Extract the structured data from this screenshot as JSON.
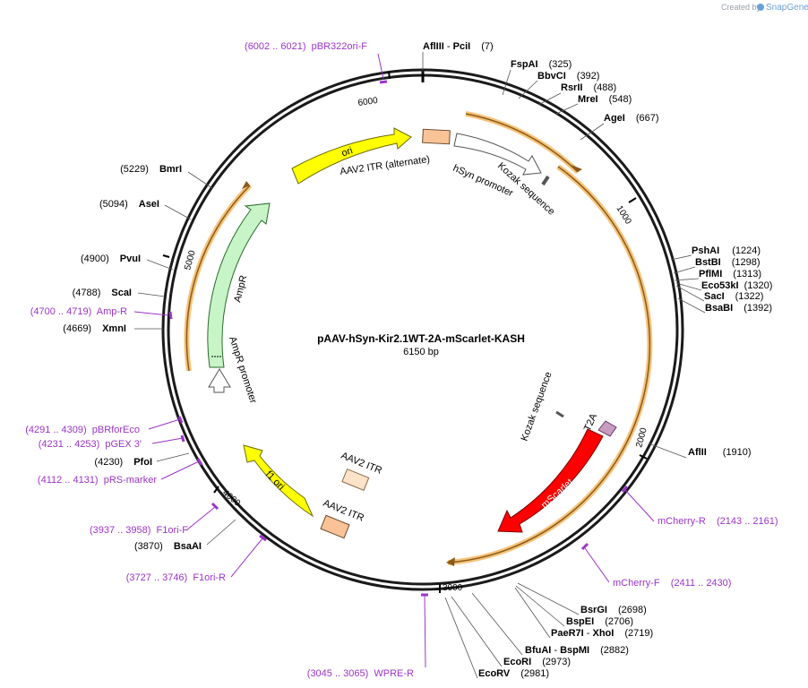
{
  "watermark": {
    "prefix": "Created by",
    "brand": "SnapGene"
  },
  "plasmid": {
    "name": "pAAV-hSyn-Kir2.1WT-2A-mScarlet-KASH",
    "length": "6150 bp"
  },
  "ticks": [
    "1000",
    "2000",
    "3000",
    "4000",
    "5000",
    "6000"
  ],
  "features": [
    {
      "name": "ori",
      "color": "#ffff00"
    },
    {
      "name": "AAV2 ITR (alternate)",
      "color": "#f9c397"
    },
    {
      "name": "hSyn promoter",
      "color": "#ffffff"
    },
    {
      "name": "Kozak sequence",
      "color": "#808080"
    },
    {
      "name": "T2A",
      "color": "#c89bc0"
    },
    {
      "name": "mScarlet",
      "color": "#ff0000"
    },
    {
      "name": "Kozak sequence",
      "color": "#808080"
    },
    {
      "name": "AAV2 ITR",
      "color": "#fde3c8"
    },
    {
      "name": "AAV2 ITR",
      "color": "#f9c397"
    },
    {
      "name": "f1 ori",
      "color": "#ffff00"
    },
    {
      "name": "AmpR promoter",
      "color": "#ffffff"
    },
    {
      "name": "AmpR",
      "color": "#c7f5c7"
    }
  ],
  "sites_right": [
    {
      "name": "AflIII",
      "sep": " - ",
      "name2": "PciI",
      "pos": "(7)"
    },
    {
      "name": "FspAI",
      "pos": "(325)"
    },
    {
      "name": "BbvCI",
      "pos": "(392)"
    },
    {
      "name": "RsrII",
      "pos": "(488)"
    },
    {
      "name": "MreI",
      "pos": "(548)"
    },
    {
      "name": "AgeI",
      "pos": "(667)"
    },
    {
      "name": "PshAI",
      "pos": "(1224)"
    },
    {
      "name": "BstBI",
      "pos": "(1298)"
    },
    {
      "name": "PflMI",
      "pos": "(1313)"
    },
    {
      "name": "Eco53kI",
      "pos": "(1320)"
    },
    {
      "name": "SacI",
      "pos": "(1322)"
    },
    {
      "name": "BsaBI",
      "pos": "(1392)"
    },
    {
      "name": "AflII",
      "pos": "(1910)"
    },
    {
      "name": "BsrGI",
      "pos": "(2698)"
    },
    {
      "name": "BspEI",
      "pos": "(2706)"
    },
    {
      "name": "PaeR7I",
      "sep": " - ",
      "name2": "XhoI",
      "pos": "(2719)"
    },
    {
      "name": "BfuAI",
      "sep": " - ",
      "name2": "BspMI",
      "pos": "(2882)"
    },
    {
      "name": "EcoRI",
      "pos": "(2973)"
    },
    {
      "name": "EcoRV",
      "pos": "(2981)"
    }
  ],
  "sites_left": [
    {
      "name": "BmrI",
      "pos": "(5229)"
    },
    {
      "name": "AseI",
      "pos": "(5094)"
    },
    {
      "name": "PvuI",
      "pos": "(4900)"
    },
    {
      "name": "ScaI",
      "pos": "(4788)"
    },
    {
      "name": "XmnI",
      "pos": "(4669)"
    },
    {
      "name": "PfoI",
      "pos": "(4230)"
    },
    {
      "name": "BsaAI",
      "pos": "(3870)"
    }
  ],
  "primers": [
    {
      "label": "(6002 .. 6021)  pBR322ori-F"
    },
    {
      "label": "(4700 .. 4719)  Amp-R"
    },
    {
      "label": "(4291 .. 4309)  pBRforEco"
    },
    {
      "label": "(4231 .. 4253)  pGEX 3'"
    },
    {
      "label": "(4112 .. 4131)  pRS-marker"
    },
    {
      "label": "(3937 .. 3958)  F1ori-F"
    },
    {
      "label": "(3727 .. 3746)  F1ori-R"
    },
    {
      "label": "(3045 .. 3065)  WPRE-R"
    },
    {
      "label": "mCherry-R    (2143 .. 2161)"
    },
    {
      "label": "mCherry-F    (2411 .. 2430)"
    }
  ]
}
